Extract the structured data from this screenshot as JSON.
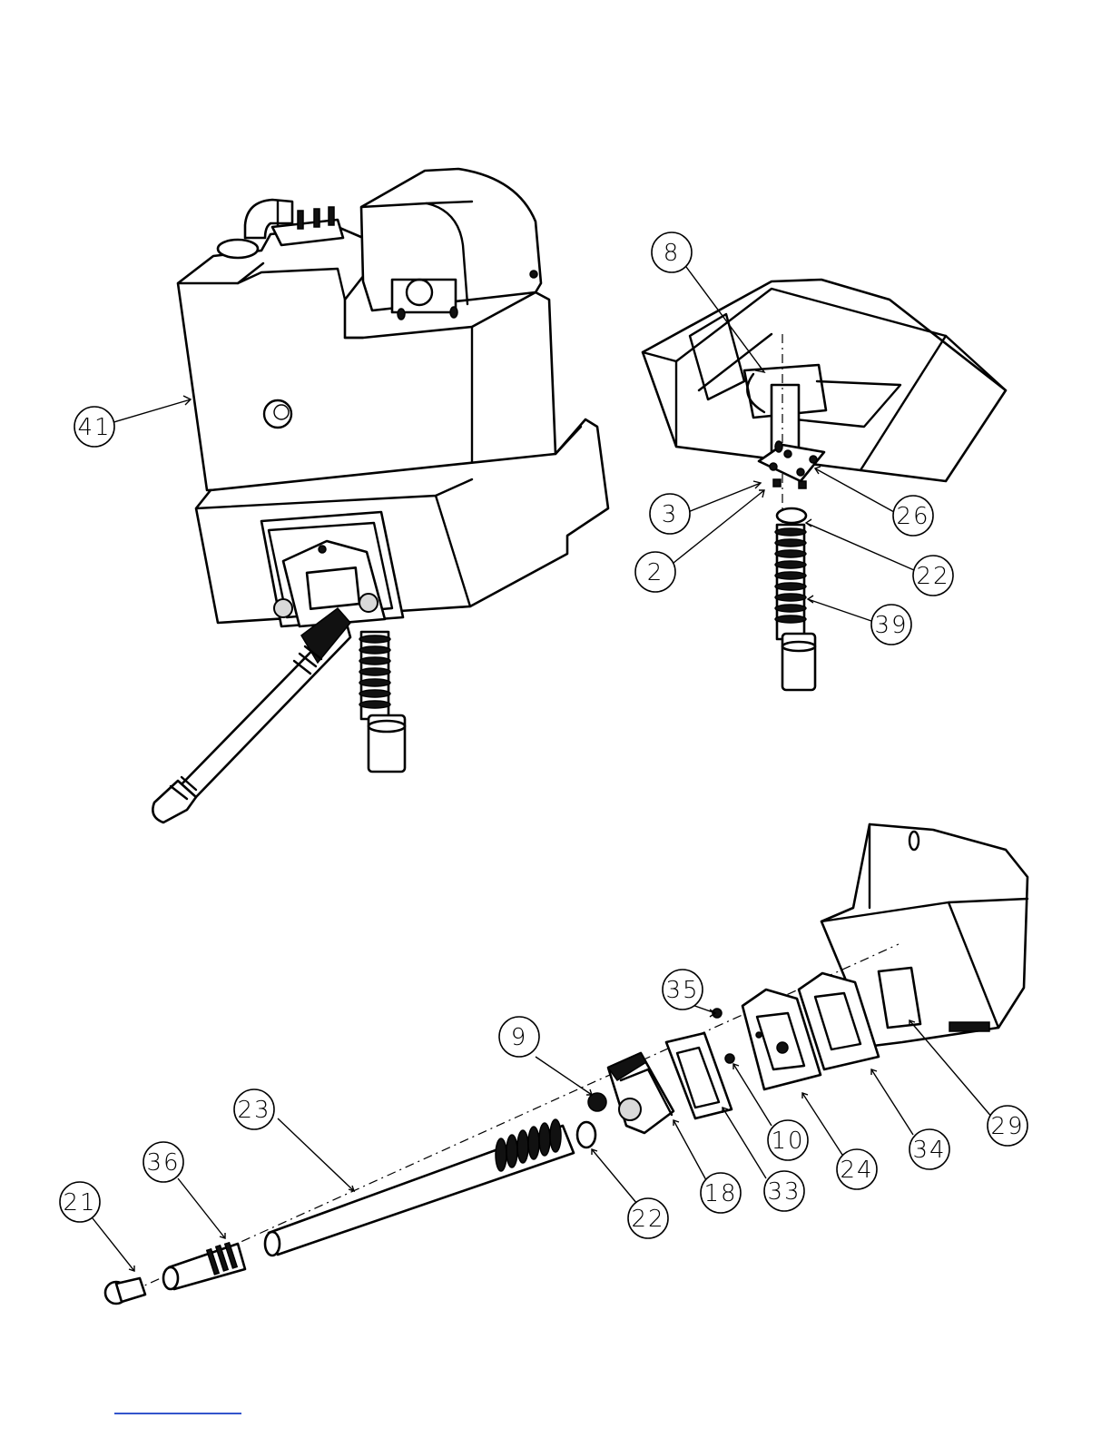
{
  "callouts": {
    "c41": "41",
    "c8": "8",
    "c3": "3",
    "c26": "26",
    "c2": "2",
    "c22a": "22",
    "c39": "39",
    "c35": "35",
    "c9": "9",
    "c23": "23",
    "c36": "36",
    "c21": "21",
    "c22b": "22",
    "c18": "18",
    "c33": "33",
    "c10": "10",
    "c24": "24",
    "c34": "34",
    "c29": "29"
  },
  "colors": {
    "line": "#000000",
    "background": "#ffffff",
    "rule": "#3355cc"
  }
}
